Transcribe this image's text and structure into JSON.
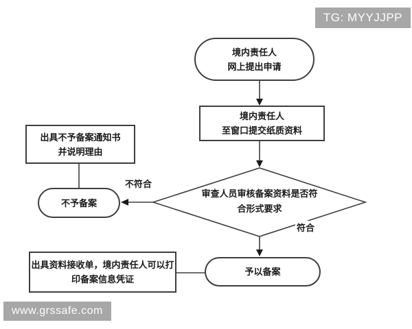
{
  "overlays": {
    "tg_badge": "TG: MYYJJPP",
    "site_watermark": "www.grssafe.com"
  },
  "flowchart": {
    "nodes": {
      "online_apply": {
        "type": "terminator",
        "line1": "境内责任人",
        "line2": "网上提出申请"
      },
      "submit_paper": {
        "type": "process",
        "line1": "境内责任人",
        "line2": "至窗口提交纸质资料"
      },
      "review": {
        "type": "decision",
        "line1": "审查人员审核备案资料是否符",
        "line2": "合形式要求"
      },
      "reject_notice": {
        "type": "process",
        "line1": "出具不予备案通知书",
        "line2": "并说明理由"
      },
      "reject": {
        "type": "terminator",
        "line1": "不予备案"
      },
      "receipt": {
        "type": "process",
        "line1": "出具资料接收单，境内责任人可以打",
        "line2": "印备案信息凭证"
      },
      "approve": {
        "type": "terminator",
        "line1": "予以备案"
      }
    },
    "edge_labels": {
      "not_conform": "不符合",
      "conform": "符合"
    }
  },
  "colors": {
    "stroke": "#3d3d3d",
    "text": "#1a1a1a",
    "badge_bg": "#a7a7a7",
    "badge_text": "#fdfdfd",
    "background": "#ffffff"
  }
}
